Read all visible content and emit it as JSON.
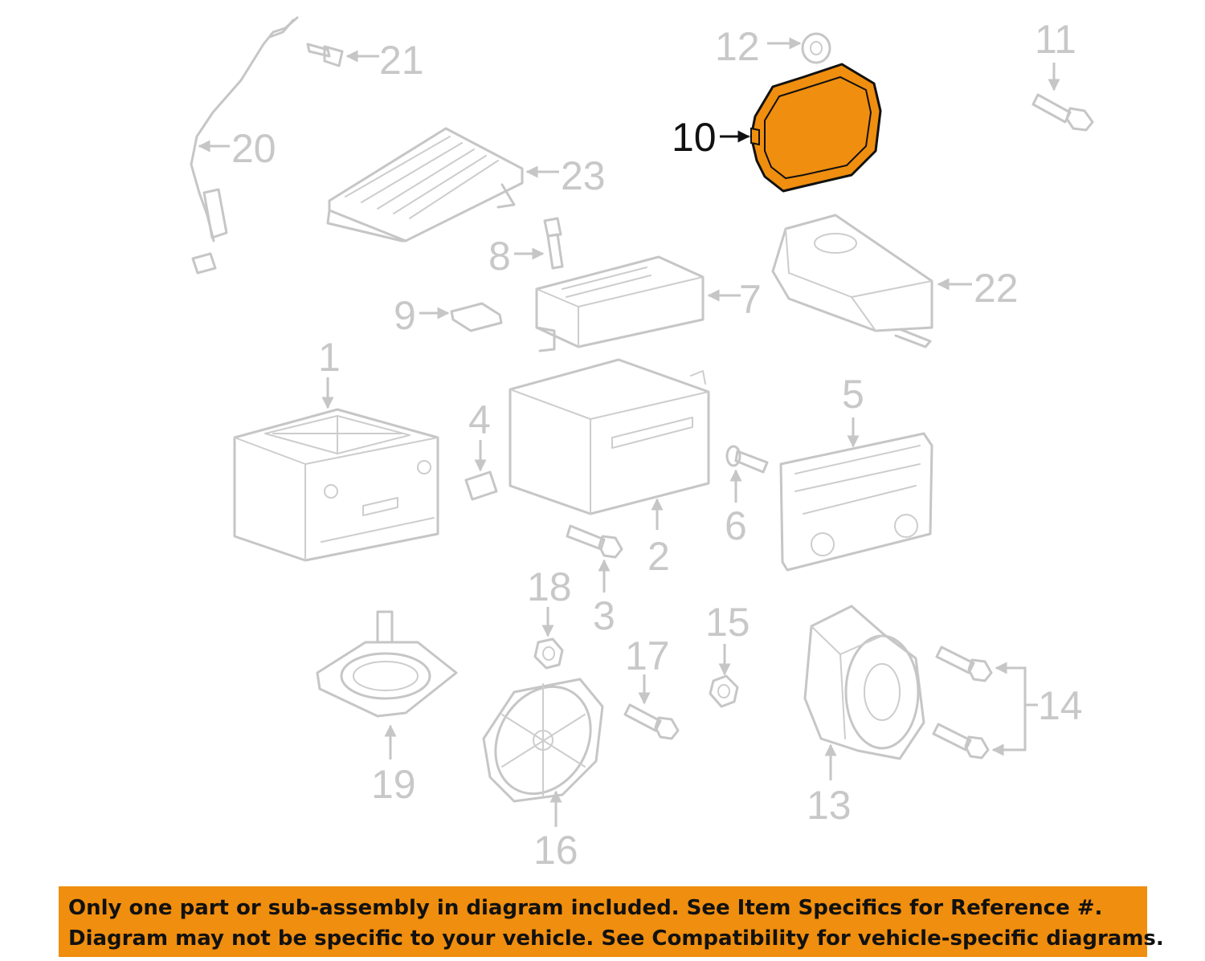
{
  "diagram": {
    "highlight_color": "#f08e0f",
    "callouts": [
      {
        "id": "10",
        "label": "10",
        "highlighted": true
      },
      {
        "id": "12",
        "label": "12"
      },
      {
        "id": "11",
        "label": "11"
      },
      {
        "id": "21",
        "label": "21"
      },
      {
        "id": "20",
        "label": "20"
      },
      {
        "id": "23",
        "label": "23"
      },
      {
        "id": "8",
        "label": "8"
      },
      {
        "id": "9",
        "label": "9"
      },
      {
        "id": "7",
        "label": "7"
      },
      {
        "id": "22",
        "label": "22"
      },
      {
        "id": "1",
        "label": "1"
      },
      {
        "id": "4",
        "label": "4"
      },
      {
        "id": "5",
        "label": "5"
      },
      {
        "id": "6",
        "label": "6"
      },
      {
        "id": "2",
        "label": "2"
      },
      {
        "id": "3",
        "label": "3"
      },
      {
        "id": "18",
        "label": "18"
      },
      {
        "id": "15",
        "label": "15"
      },
      {
        "id": "17",
        "label": "17"
      },
      {
        "id": "14",
        "label": "14"
      },
      {
        "id": "19",
        "label": "19"
      },
      {
        "id": "13",
        "label": "13"
      },
      {
        "id": "16",
        "label": "16"
      }
    ]
  },
  "banner": {
    "line1": "Only one part or sub-assembly in diagram included. See Item Specifics for Reference #.",
    "line2": "Diagram may not be specific to your vehicle. See Compatibility for vehicle-specific diagrams.",
    "background": "#f08e0f"
  }
}
